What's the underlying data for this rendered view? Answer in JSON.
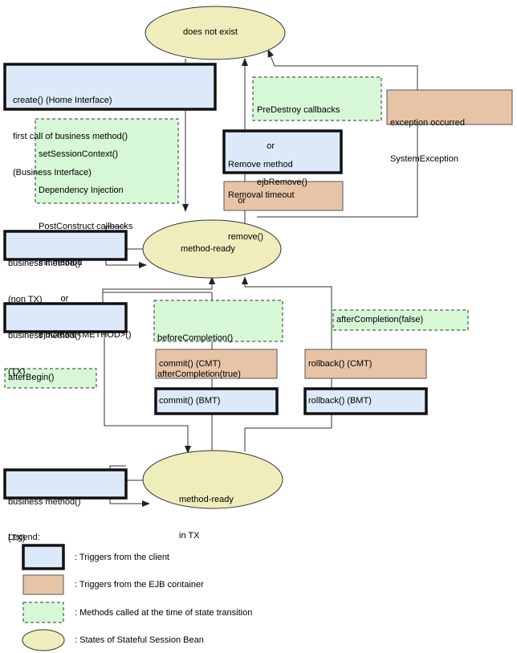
{
  "states": {
    "does_not_exist": "does not exist",
    "method_ready": "method-ready",
    "method_ready_tx": [
      "method-ready",
      "in TX"
    ]
  },
  "client_triggers": {
    "create": [
      "create() (Home Interface)",
      "first call of business method()",
      "(Business Interface)"
    ],
    "remove": [
      "Remove method",
      "    or",
      "remove()"
    ],
    "business_non_tx": [
      "business method()",
      "(non TX)"
    ],
    "business_tx": [
      "business method()",
      "(TX)"
    ],
    "commit_bmt": "commit() (BMT)",
    "rollback_bmt": "rollback() (BMT)",
    "business_in_tx": [
      "business method()",
      "(TX)"
    ]
  },
  "container_triggers": {
    "exception": [
      "exception occurred",
      "SystemException"
    ],
    "removal_timeout": "Removal timeout",
    "commit_cmt": "commit() (CMT)",
    "rollback_cmt": "rollback() (CMT)"
  },
  "transition_methods": {
    "predestroy": [
      "PreDestroy callbacks",
      "    or",
      "ejbRemove()"
    ],
    "create_callbacks": [
      "setSessionContext()",
      "Dependency Injection",
      "PostConstruct callbacks",
      "Init method",
      "         or",
      "ejbCreate<METHOD>()"
    ],
    "before_after_completion": [
      "beforeCompletion()",
      "afterCompletion(true)"
    ],
    "after_completion_false": "afterCompletion(false)",
    "after_begin": "afterBegin()"
  },
  "legend": {
    "title": "Legend:",
    "client": ": Triggers from the client",
    "container": ": Triggers from the EJB container",
    "methods": ": Methods called at the time of state transition",
    "states": ": States of Stateful Session Bean"
  },
  "colors": {
    "client_fill": "#dce9f9",
    "container_fill": "#e8c4a6",
    "method_fill": "#d6f8d6",
    "state_fill": "#f0edbd",
    "line": "#333333"
  }
}
